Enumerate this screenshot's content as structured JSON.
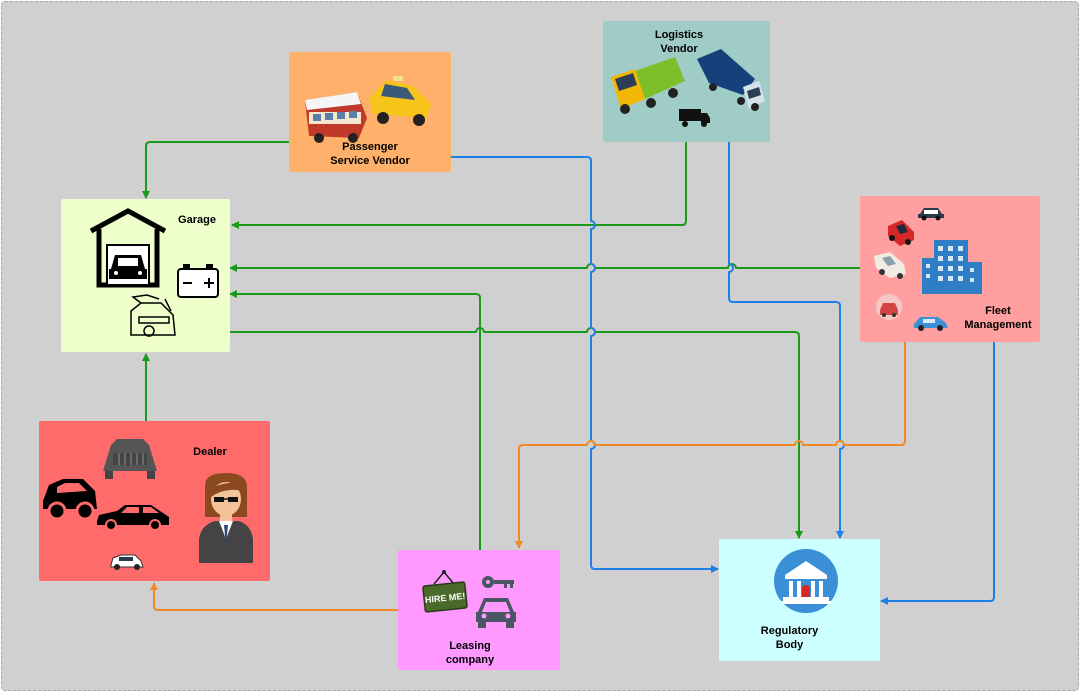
{
  "nodes": {
    "passenger": {
      "line1": "Passenger",
      "line2": "Service Vendor",
      "color": "#ffb06b"
    },
    "logistics": {
      "line1": "Logistics",
      "line2": "Vendor",
      "color": "#9fccc6"
    },
    "garage": {
      "label": "Garage",
      "color": "#eeffcc"
    },
    "fleet": {
      "line1": "Fleet",
      "line2": "Management",
      "color": "#ff9f9f"
    },
    "dealer": {
      "label": "Dealer",
      "color": "#ff6b6b"
    },
    "leasing": {
      "line1": "Leasing",
      "line2": "company",
      "color": "#ff99ff"
    },
    "regulatory": {
      "line1": "Regulatory",
      "line2": "Body",
      "color": "#ccffff"
    }
  },
  "sign_text": "HIRE ME!",
  "edge_colors": {
    "green": "#1a9a1a",
    "blue": "#1f7fe8",
    "orange": "#f08a24"
  },
  "icons": [
    "bus-icon",
    "taxi-icon",
    "truck-icon",
    "lorry-icon",
    "delivery-van-icon",
    "garage-icon",
    "battery-icon",
    "car-repair-icon",
    "office-building-icon",
    "dealer-person-icon",
    "hire-sign-icon",
    "key-icon",
    "bank-icon"
  ]
}
